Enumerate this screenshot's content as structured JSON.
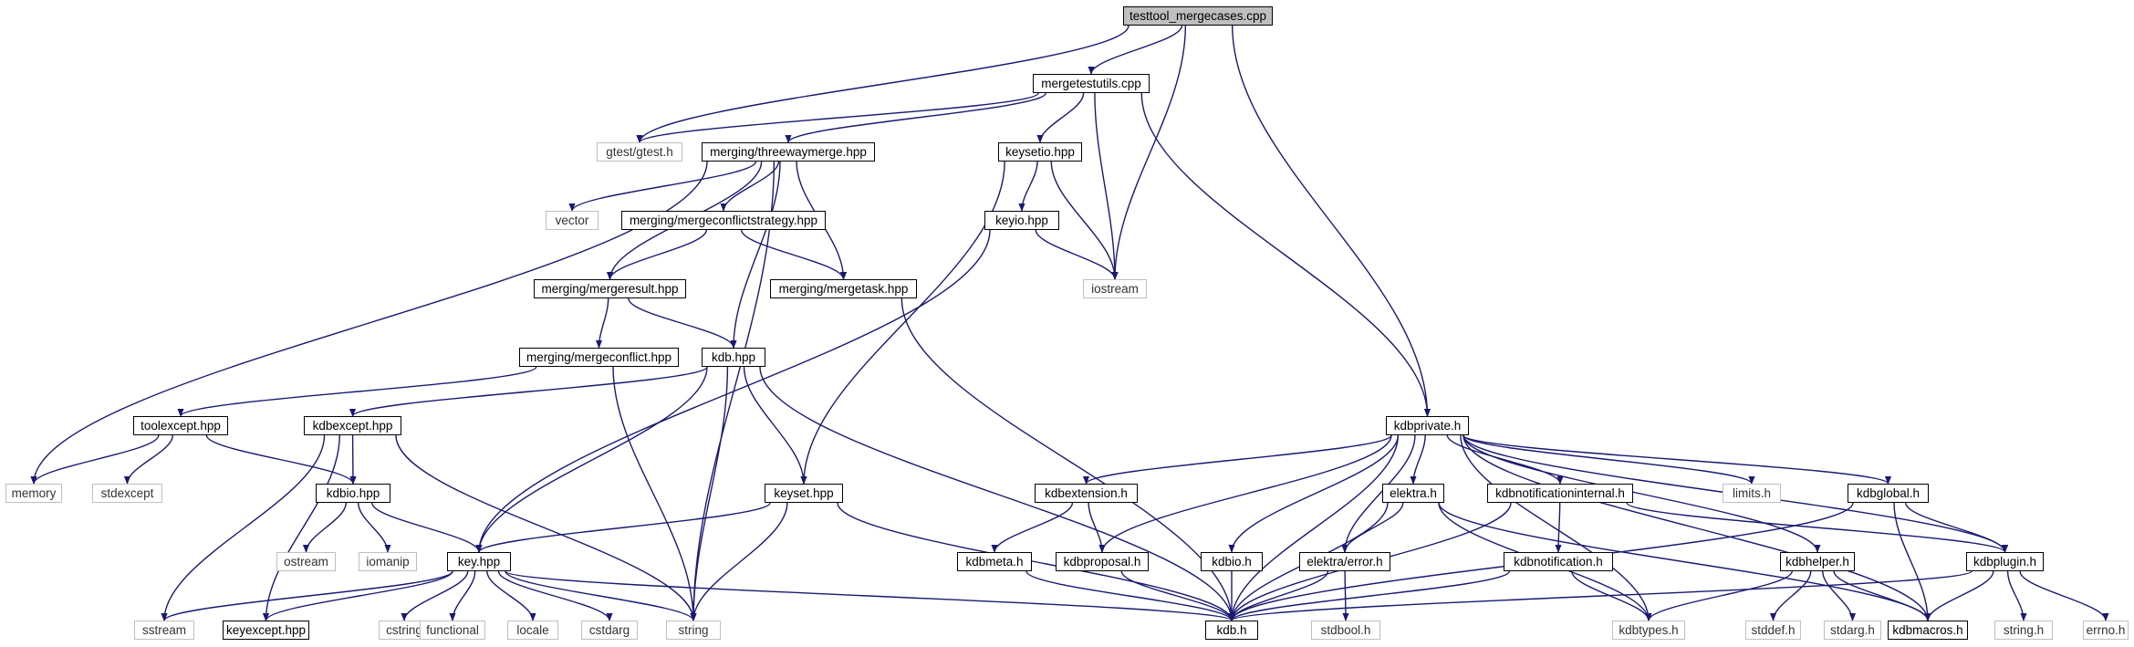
{
  "root": "testtool_mergecases.cpp",
  "nodes": {
    "testtool": "testtool_mergecases.cpp",
    "mergetestutils": "mergetestutils.cpp",
    "gtest": "gtest/gtest.h",
    "threewaymerge": "merging/threewaymerge.hpp",
    "keysetio": "keysetio.hpp",
    "vector": "vector",
    "mergeconflictstrategy": "merging/mergeconflictstrategy.hpp",
    "keyio": "keyio.hpp",
    "iostream": "iostream",
    "mergeresult": "merging/mergeresult.hpp",
    "mergetask": "merging/mergetask.hpp",
    "mergeconflict": "merging/mergeconflict.hpp",
    "kdbhpp": "kdb.hpp",
    "kdbprivate": "kdbprivate.h",
    "toolexcept": "toolexcept.hpp",
    "kdbexcept": "kdbexcept.hpp",
    "memory": "memory",
    "stdexcept": "stdexcept",
    "kdbio_hpp": "kdbio.hpp",
    "keyset": "keyset.hpp",
    "kdbextension": "kdbextension.h",
    "elektra": "elektra.h",
    "kdbnotifinternal": "kdbnotificationinternal.h",
    "limits": "limits.h",
    "kdbglobal": "kdbglobal.h",
    "ostream": "ostream",
    "iomanip": "iomanip",
    "keyhpp": "key.hpp",
    "kdbmeta": "kdbmeta.h",
    "kdbproposal": "kdbproposal.h",
    "kdbio_h": "kdbio.h",
    "elektraerror": "elektra/error.h",
    "kdbnotification": "kdbnotification.h",
    "kdbhelper": "kdbhelper.h",
    "kdbplugin": "kdbplugin.h",
    "sstream": "sstream",
    "keyexcept": "keyexcept.hpp",
    "cstring": "cstring",
    "functional": "functional",
    "locale": "locale",
    "cstdarg": "cstdarg",
    "string": "string",
    "kdbh": "kdb.h",
    "stdbool": "stdbool.h",
    "kdbtypes": "kdbtypes.h",
    "stddef": "stddef.h",
    "stdarg": "stdarg.h",
    "kdbmacros": "kdbmacros.h",
    "stringh": "string.h",
    "errno": "errno.h"
  },
  "edge_color": "#191970",
  "edges": [
    [
      "testtool",
      "mergetestutils"
    ],
    [
      "testtool",
      "gtest"
    ],
    [
      "testtool",
      "iostream"
    ],
    [
      "testtool",
      "kdbprivate"
    ],
    [
      "mergetestutils",
      "gtest"
    ],
    [
      "mergetestutils",
      "threewaymerge"
    ],
    [
      "mergetestutils",
      "keysetio"
    ],
    [
      "mergetestutils",
      "iostream"
    ],
    [
      "mergetestutils",
      "kdbprivate"
    ],
    [
      "threewaymerge",
      "vector"
    ],
    [
      "threewaymerge",
      "mergeconflictstrategy"
    ],
    [
      "threewaymerge",
      "mergeresult"
    ],
    [
      "threewaymerge",
      "mergetask"
    ],
    [
      "threewaymerge",
      "kdbhpp"
    ],
    [
      "threewaymerge",
      "memory"
    ],
    [
      "threewaymerge",
      "string"
    ],
    [
      "mergeconflictstrategy",
      "mergeresult"
    ],
    [
      "mergeconflictstrategy",
      "mergetask"
    ],
    [
      "keysetio",
      "keyio"
    ],
    [
      "keysetio",
      "iostream"
    ],
    [
      "keysetio",
      "keyset"
    ],
    [
      "keyio",
      "iostream"
    ],
    [
      "keyio",
      "keyhpp"
    ],
    [
      "mergeresult",
      "mergeconflict"
    ],
    [
      "mergeresult",
      "kdbhpp"
    ],
    [
      "mergetask",
      "kdbh"
    ],
    [
      "mergeconflict",
      "toolexcept"
    ],
    [
      "mergeconflict",
      "string"
    ],
    [
      "kdbhpp",
      "kdbexcept"
    ],
    [
      "kdbhpp",
      "keyset"
    ],
    [
      "kdbhpp",
      "keyhpp"
    ],
    [
      "kdbhpp",
      "string"
    ],
    [
      "kdbhpp",
      "kdbh"
    ],
    [
      "toolexcept",
      "memory"
    ],
    [
      "toolexcept",
      "stdexcept"
    ],
    [
      "toolexcept",
      "kdbio_hpp"
    ],
    [
      "kdbexcept",
      "kdbio_hpp"
    ],
    [
      "kdbexcept",
      "keyexcept"
    ],
    [
      "kdbexcept",
      "sstream"
    ],
    [
      "kdbexcept",
      "string"
    ],
    [
      "kdbio_hpp",
      "ostream"
    ],
    [
      "kdbio_hpp",
      "iomanip"
    ],
    [
      "kdbio_hpp",
      "keyhpp"
    ],
    [
      "keyset",
      "keyhpp"
    ],
    [
      "keyset",
      "string"
    ],
    [
      "keyset",
      "kdbh"
    ],
    [
      "keyhpp",
      "sstream"
    ],
    [
      "keyhpp",
      "keyexcept"
    ],
    [
      "keyhpp",
      "cstring"
    ],
    [
      "keyhpp",
      "functional"
    ],
    [
      "keyhpp",
      "locale"
    ],
    [
      "keyhpp",
      "cstdarg"
    ],
    [
      "keyhpp",
      "string"
    ],
    [
      "keyhpp",
      "kdbh"
    ],
    [
      "kdbprivate",
      "kdbextension"
    ],
    [
      "kdbprivate",
      "elektra"
    ],
    [
      "kdbprivate",
      "kdbnotifinternal"
    ],
    [
      "kdbprivate",
      "limits"
    ],
    [
      "kdbprivate",
      "kdbglobal"
    ],
    [
      "kdbprivate",
      "kdbproposal"
    ],
    [
      "kdbprivate",
      "kdbio_h"
    ],
    [
      "kdbprivate",
      "elektraerror"
    ],
    [
      "kdbprivate",
      "kdbh"
    ],
    [
      "kdbprivate",
      "kdbtypes"
    ],
    [
      "kdbprivate",
      "kdbhelper"
    ],
    [
      "kdbprivate",
      "kdbplugin"
    ],
    [
      "kdbprivate",
      "kdbmacros"
    ],
    [
      "kdbextension",
      "kdbmeta"
    ],
    [
      "kdbextension",
      "kdbproposal"
    ],
    [
      "kdbmeta",
      "kdbh"
    ],
    [
      "kdbproposal",
      "kdbh"
    ],
    [
      "kdbio_h",
      "kdbh"
    ],
    [
      "elektra",
      "elektraerror"
    ],
    [
      "elektra",
      "kdbh"
    ],
    [
      "elektra",
      "kdbtypes"
    ],
    [
      "elektra",
      "kdbmacros"
    ],
    [
      "elektraerror",
      "kdbh"
    ],
    [
      "elektraerror",
      "stdbool"
    ],
    [
      "kdbnotifinternal",
      "kdbnotification"
    ],
    [
      "kdbnotifinternal",
      "kdbplugin"
    ],
    [
      "kdbnotifinternal",
      "kdbh"
    ],
    [
      "kdbnotification",
      "kdbh"
    ],
    [
      "kdbnotification",
      "kdbtypes"
    ],
    [
      "kdbglobal",
      "kdbplugin"
    ],
    [
      "kdbglobal",
      "kdbmacros"
    ],
    [
      "kdbglobal",
      "kdbh"
    ],
    [
      "kdbhelper",
      "kdbtypes"
    ],
    [
      "kdbhelper",
      "stddef"
    ],
    [
      "kdbhelper",
      "stdarg"
    ],
    [
      "kdbhelper",
      "kdbmacros"
    ],
    [
      "kdbplugin",
      "kdbh"
    ],
    [
      "kdbplugin",
      "kdbmacros"
    ],
    [
      "kdbplugin",
      "stringh"
    ],
    [
      "kdbplugin",
      "errno"
    ]
  ]
}
